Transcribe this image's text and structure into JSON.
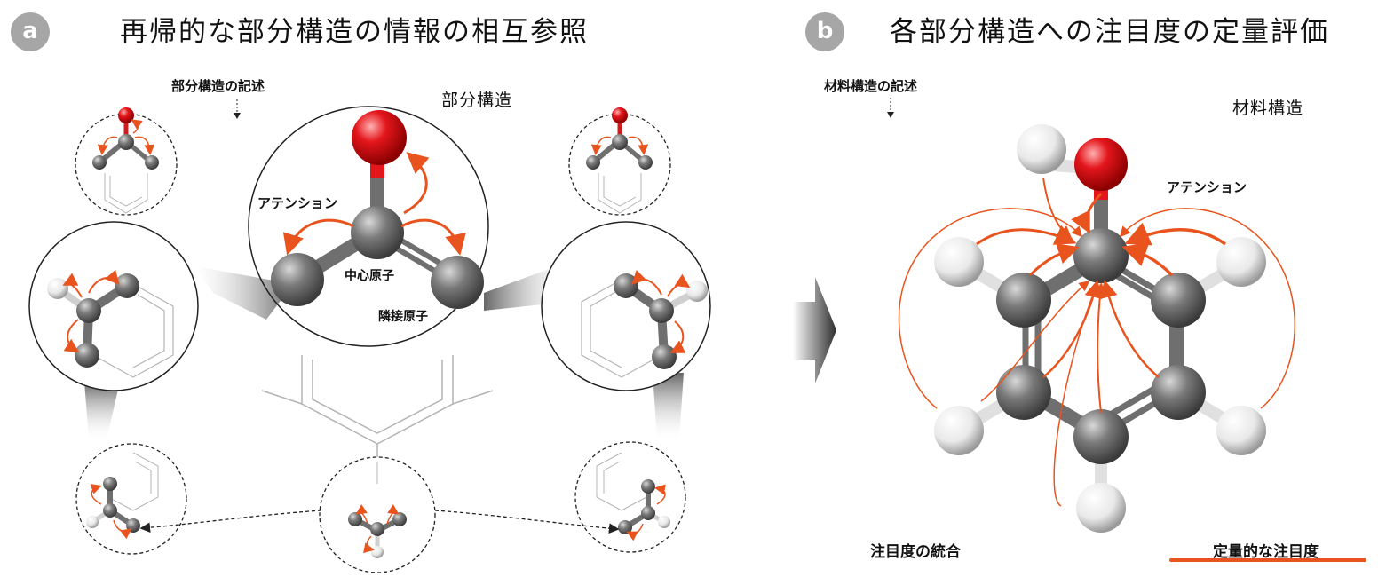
{
  "panel_a": {
    "badge": "a",
    "title": "再帰的な部分構造の情報の相互参照",
    "description_label": "部分構造の記述",
    "substructure_label": "部分構造",
    "attention_label": "アテンション",
    "center_atom_label": "中心原子",
    "neighbor_atom_label": "隣接原子"
  },
  "panel_b": {
    "badge": "b",
    "title": "各部分構造への注目度の定量評価",
    "description_label": "材料構造の記述",
    "structure_label": "材料構造",
    "attention_label": "アテンション",
    "integration_label": "注目度の統合",
    "quantitative_label": "定量的な注目度"
  },
  "colors": {
    "carbon": "#6f6f6f",
    "oxygen": "#e0141b",
    "hydrogen": "#e6e6e6",
    "attention_arrow": "#e9541e",
    "badge": "#a7a6a6"
  }
}
